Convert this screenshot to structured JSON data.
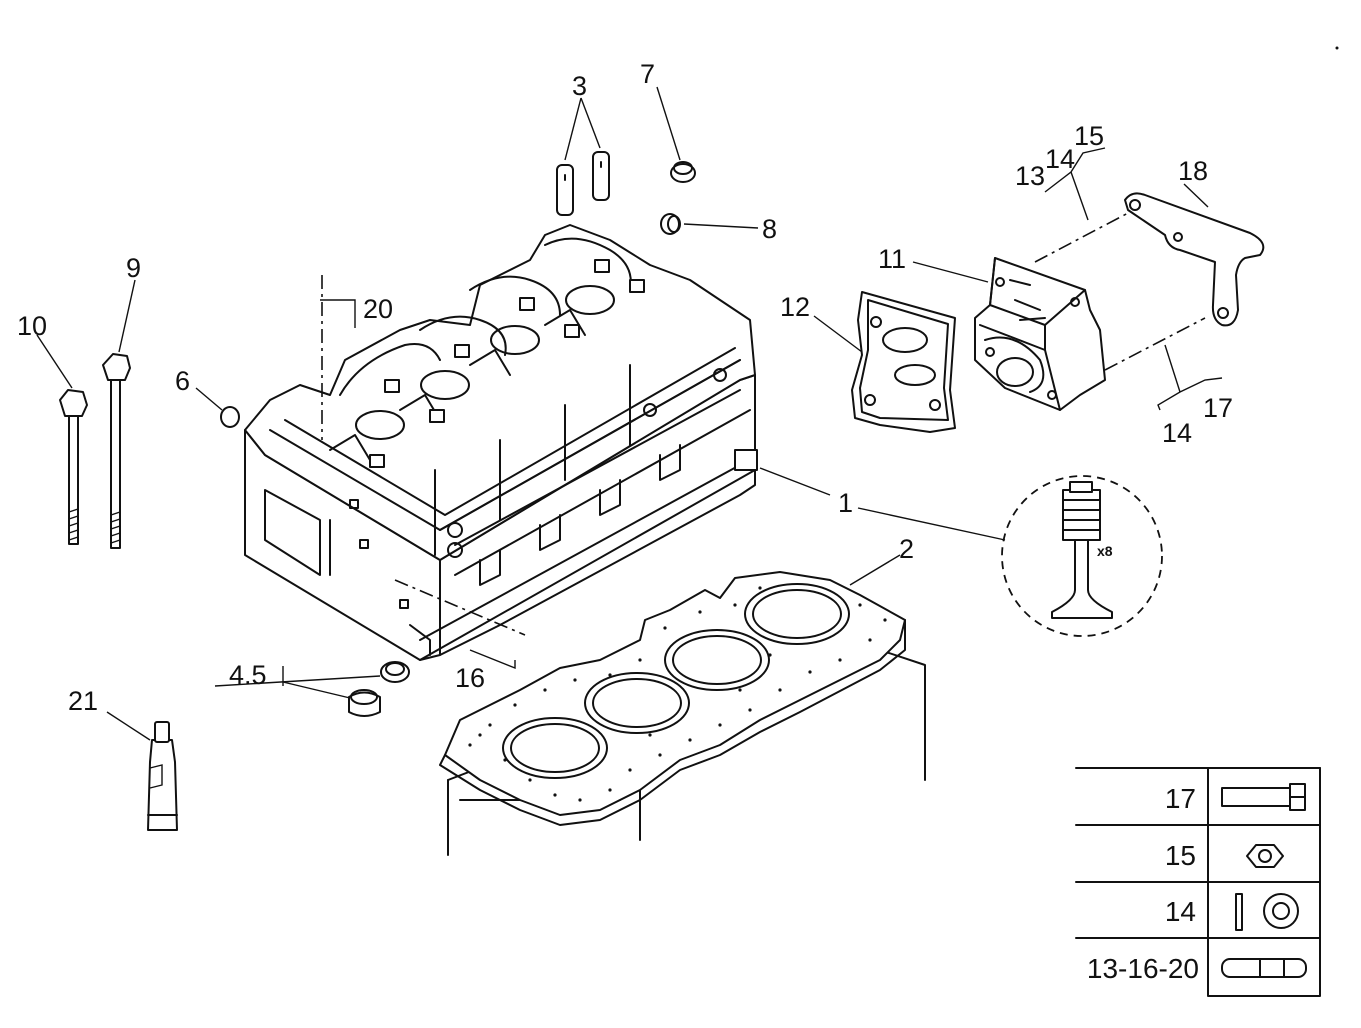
{
  "callouts": {
    "c1": "1",
    "c2": "2",
    "c3": "3",
    "c45": "4.5",
    "c6": "6",
    "c7": "7",
    "c8": "8",
    "c9": "9",
    "c10": "10",
    "c11": "11",
    "c12": "12",
    "c13": "13",
    "c14a": "14",
    "c15": "15",
    "c14b": "14",
    "c17": "17",
    "c16": "16",
    "c18": "18",
    "c20": "20",
    "c21": "21",
    "valve_qty": "x8"
  },
  "legend": {
    "rows": [
      {
        "label": "17",
        "icon": "bolt-icon"
      },
      {
        "label": "15",
        "icon": "nut-icon"
      },
      {
        "label": "14",
        "icon": "washer-icon"
      },
      {
        "label": "13-16-20",
        "icon": "pin-icon"
      }
    ]
  }
}
